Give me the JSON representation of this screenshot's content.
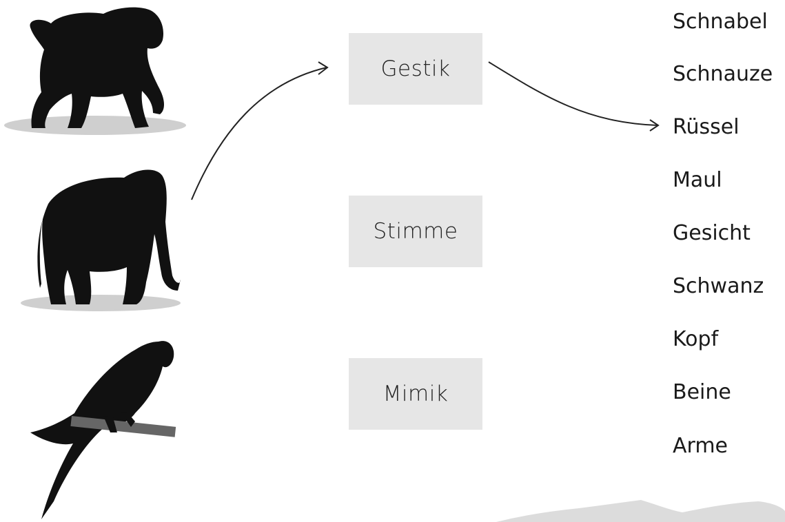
{
  "categories": [
    "Gestik",
    "Stimme",
    "Mimik"
  ],
  "words": [
    "Schnabel",
    "Schnauze",
    "Rüssel",
    "Maul",
    "Gesicht",
    "Schwanz",
    "Kopf",
    "Beine",
    "Arme"
  ],
  "animals": [
    "baboon-silhouette",
    "elephant-silhouette",
    "parrot-silhouette"
  ],
  "colors": {
    "box": "#e6e6e6",
    "silhouette": "#111111",
    "text": "#1a1a1a"
  }
}
